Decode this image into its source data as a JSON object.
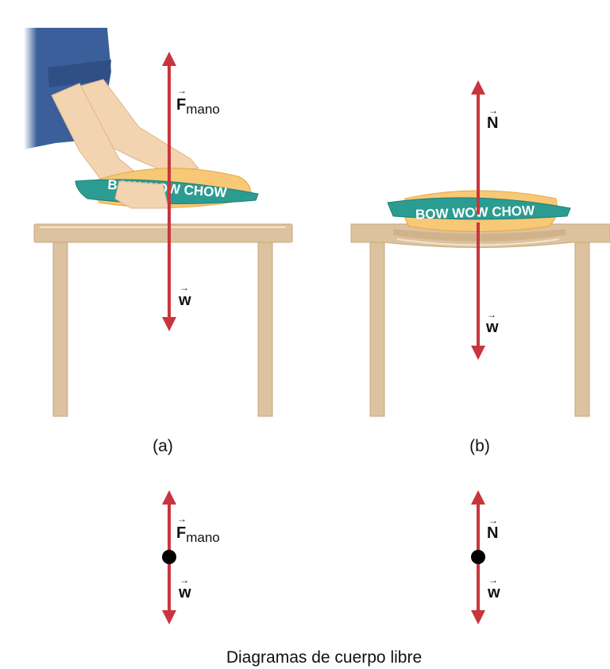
{
  "colors": {
    "arrow": "#c8363d",
    "table": "#dcc29f",
    "table_shade": "#c9a87f",
    "bag_teal": "#2b9c92",
    "bag_orange": "#f7c875",
    "sleeve": "#3a5f9a",
    "skin": "#f3d4b0"
  },
  "bag_logo_text": "BOW WOW CHOW",
  "panel_a": {
    "label": "(a)",
    "force_up": {
      "symbol": "F",
      "subscript": "mano"
    },
    "force_down": {
      "symbol": "w"
    }
  },
  "panel_b": {
    "label": "(b)",
    "force_up": {
      "symbol": "N"
    },
    "force_down": {
      "symbol": "w"
    }
  },
  "fbd_a": {
    "force_up": {
      "symbol": "F",
      "subscript": "mano"
    },
    "force_down": {
      "symbol": "w"
    }
  },
  "fbd_b": {
    "force_up": {
      "symbol": "N"
    },
    "force_down": {
      "symbol": "w"
    }
  },
  "caption": "Diagramas de cuerpo libre"
}
